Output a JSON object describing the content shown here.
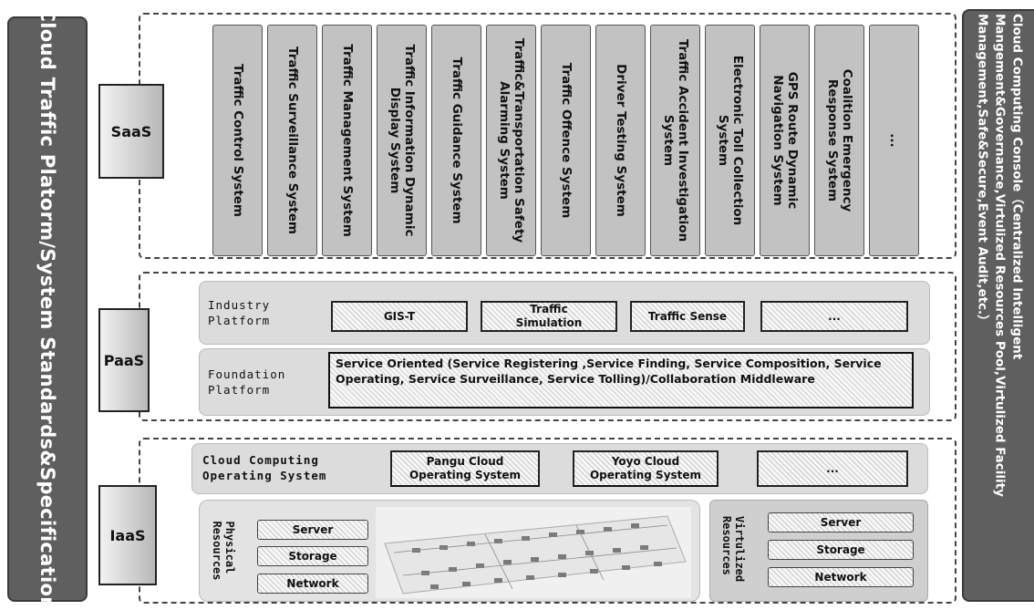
{
  "left_title": "Cloud Traffic Platorm/System Standards&Specification",
  "right_console": {
    "line1": "Cloud Computing Console（Centralized Intelligent",
    "line2": "Mangement&Governance,Virtulized Resources Pool,Virtulized Facility",
    "line3": "Management,Safe&Secure,Event Audit,etc.）"
  },
  "layers": {
    "saas": "SaaS",
    "paas": "PaaS",
    "iaas": "IaaS"
  },
  "saas_systems": [
    "Traffic Control System",
    "Traffic Surveillance System",
    "Traffic Management System",
    "Traffic Information Dynamic\nDisplay System",
    "Traffic Guidance System",
    "Traffic&Transportation Safety\nAlarming System",
    "Traffic Offence System",
    "Driver Testing System",
    "Traffic Accident Investigation\nSystem",
    "Electronic Toll Collection\nSystem",
    "GPS Route Dynamic\nNavigation System",
    "Coalition Emergency\nResponse System",
    "..."
  ],
  "paas": {
    "industry_label": "Industry\nPlatform",
    "industry_items": [
      "GIS-T",
      "Traffic\nSimulation",
      "Traffic Sense",
      "..."
    ],
    "foundation_label": "Foundation\nPlatform",
    "foundation_text": "Service Oriented (Service Registering ,Service Finding, Service Composition, Service Operating, Service Surveillance, Service Tolling)/Collaboration Middleware"
  },
  "iaas": {
    "os_label": "Cloud Computing\nOperating System",
    "os_items": [
      "Pangu Cloud\nOperating System",
      "Yoyo Cloud\nOperating System",
      "..."
    ],
    "physical_label": "Physical\nResources",
    "physical_items": [
      "Server",
      "Storage",
      "Network"
    ],
    "virtual_label": "Virtulized\nResources",
    "virtual_items": [
      "Server",
      "Storage",
      "Network"
    ]
  }
}
